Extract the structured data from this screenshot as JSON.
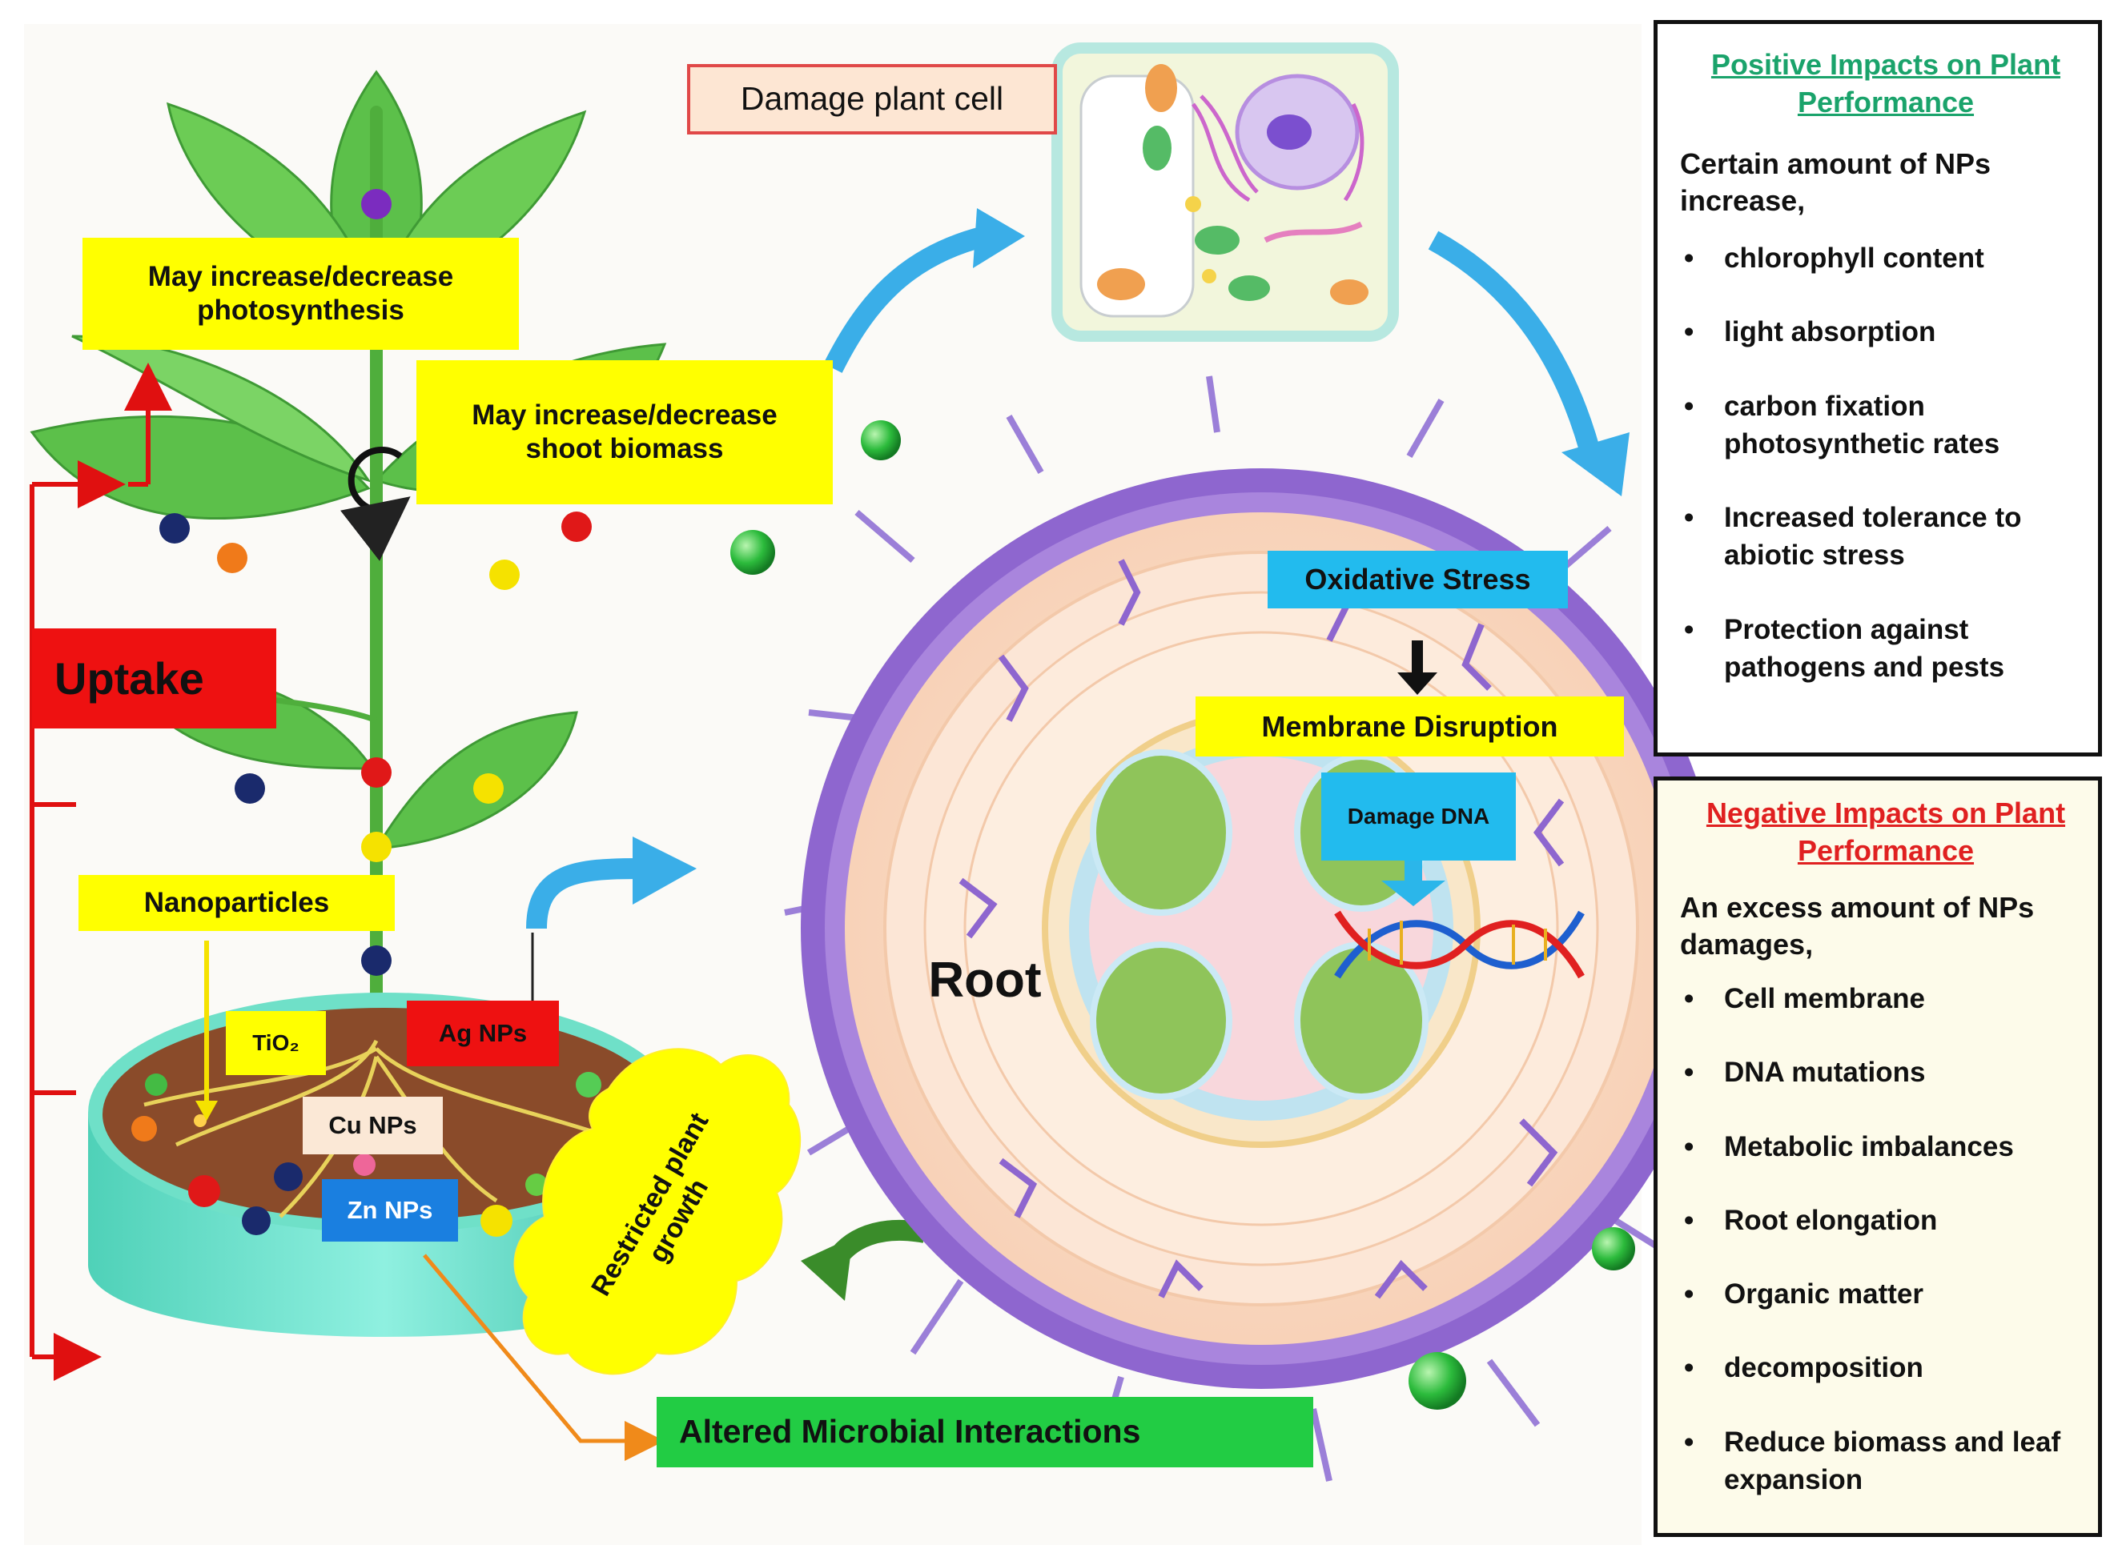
{
  "labels": {
    "photosynthesis": "May increase/decrease photosynthesis",
    "shoot_biomass": "May increase/decrease shoot biomass",
    "uptake": "Uptake",
    "nanoparticles": "Nanoparticles",
    "tio2": "TiO₂",
    "ag_nps": "Ag NPs",
    "cu_nps": "Cu NPs",
    "zn_nps": "Zn NPs",
    "restricted": "Restricted plant growth",
    "altered": "Altered Microbial Interactions",
    "damage_cell": "Damage plant cell",
    "root": "Root",
    "oxidative": "Oxidative Stress",
    "membrane": "Membrane Disruption",
    "damage_dna": "Damage DNA"
  },
  "positive": {
    "title": "Positive Impacts on Plant Performance",
    "intro": "Certain amount of NPs increase,",
    "items": [
      "chlorophyll content",
      "light absorption",
      "carbon fixation photosynthetic rates",
      "Increased tolerance to abiotic stress",
      "Protection against pathogens and pests"
    ],
    "color": "#1aa36b"
  },
  "negative": {
    "title": "Negative Impacts on Plant Performance",
    "intro": "An excess amount of NPs damages,",
    "items": [
      "Cell membrane",
      "DNA mutations",
      "Metabolic imbalances",
      "Root elongation",
      "Organic matter",
      " decomposition",
      "Reduce biomass and leaf expansion"
    ],
    "color": "#e02020"
  },
  "colors": {
    "label_yellow": "#ffff00",
    "uptake_red": "#ee1111",
    "altered_green": "#22cc44",
    "oxidative_blue": "#22bbee",
    "zn_blue": "#1a7fe0",
    "arrow_blue": "#3aaee8"
  }
}
